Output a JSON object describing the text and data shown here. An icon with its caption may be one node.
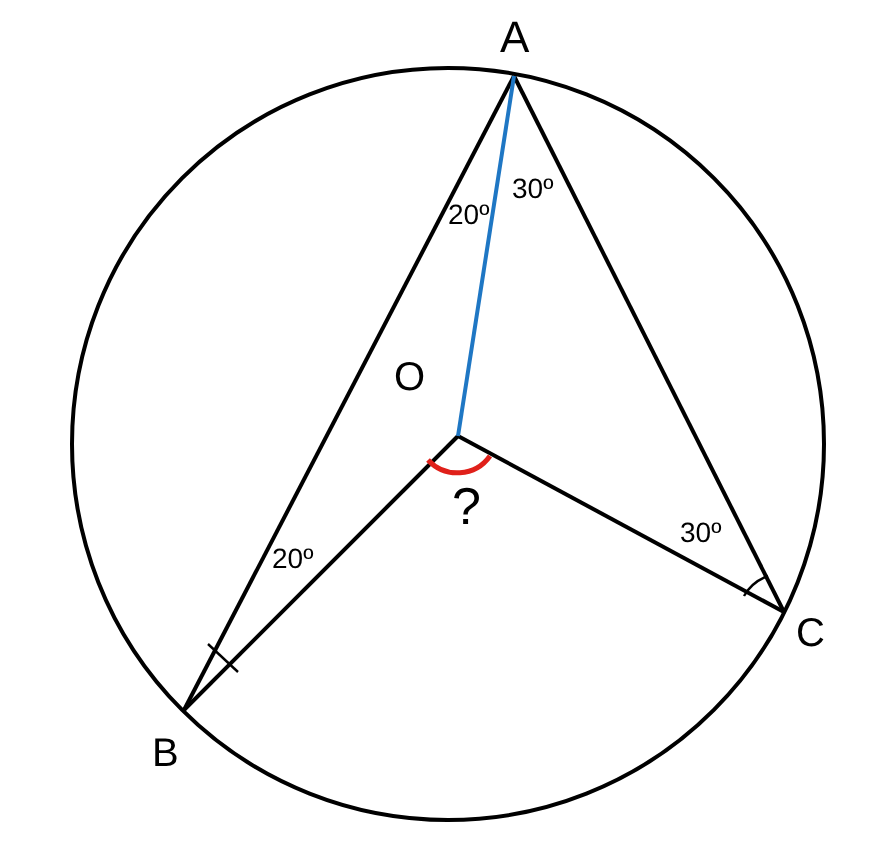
{
  "diagram": {
    "labels": [
      "A",
      "20º",
      "30º",
      "O",
      "?",
      "30º",
      "20º",
      "B",
      "C"
    ]
  }
}
